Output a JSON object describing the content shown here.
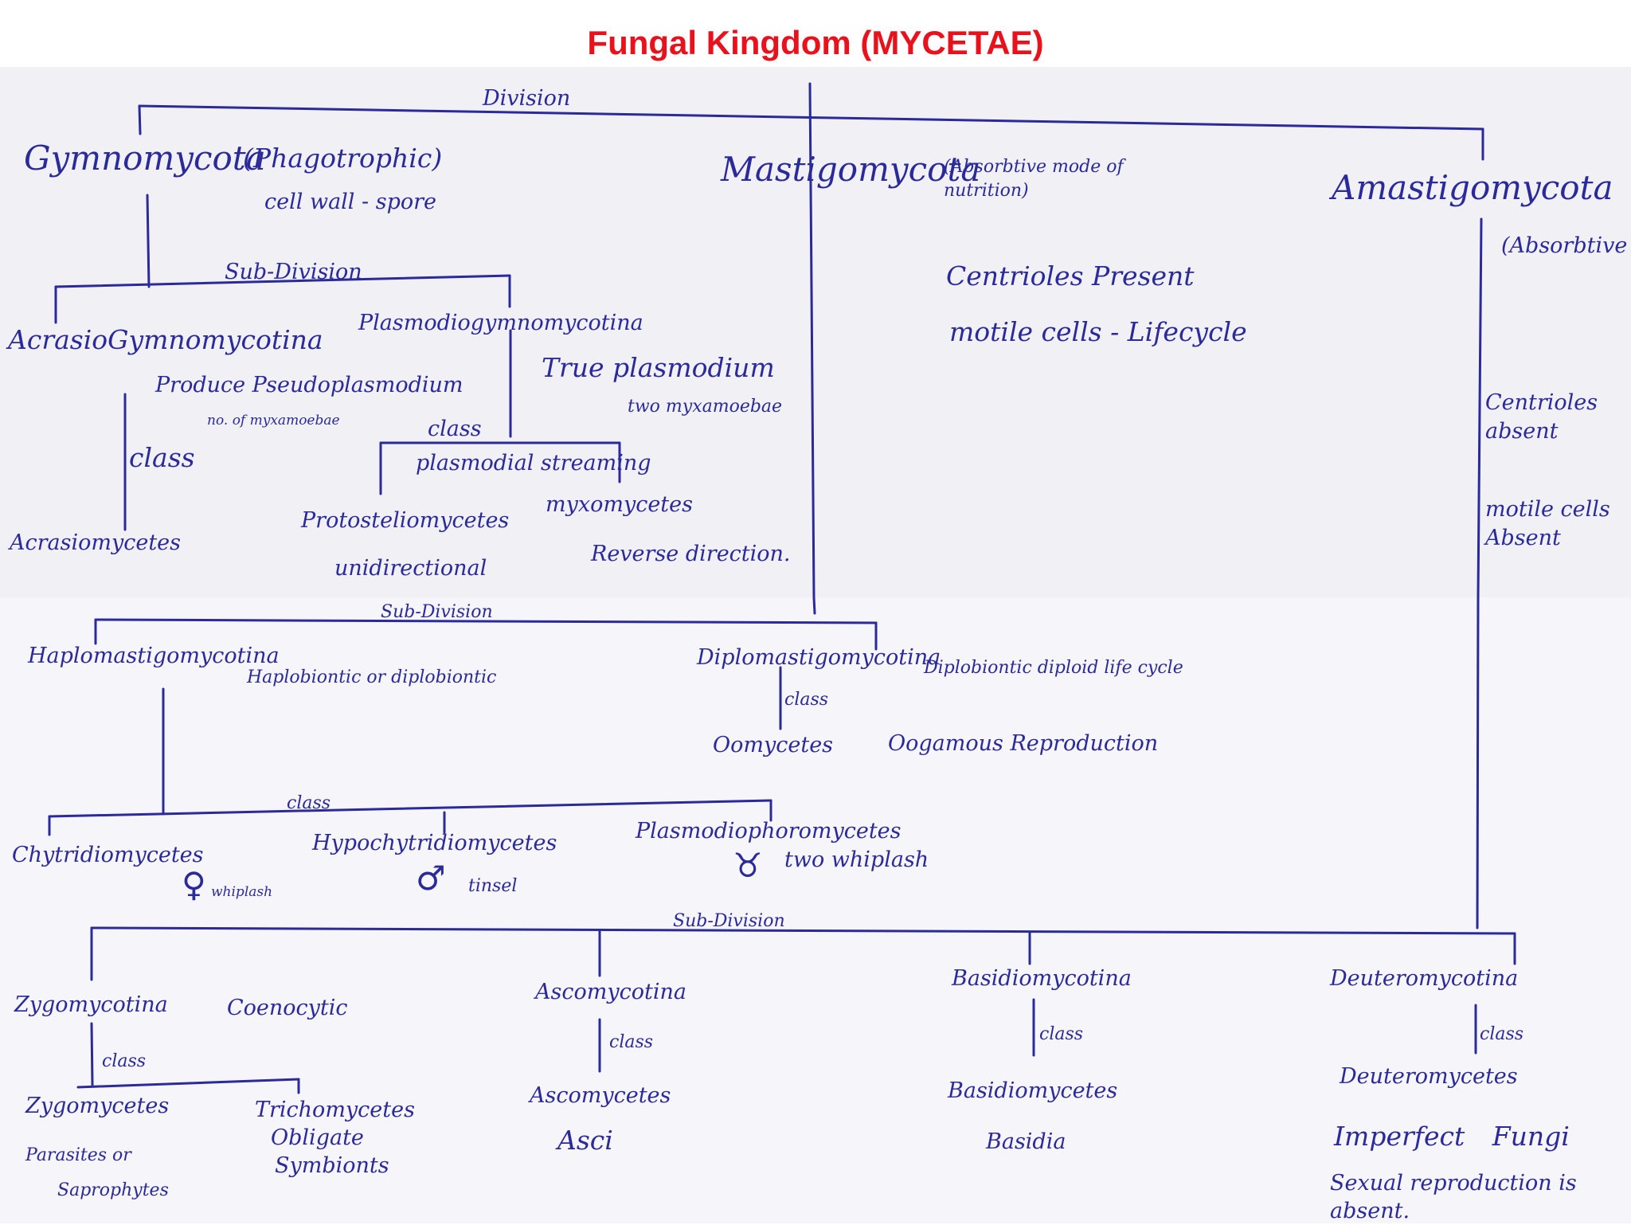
{
  "title": "Fungal Kingdom (MYCETAE)",
  "colors": {
    "title": "#e8111c",
    "ink": "#2b2a9a",
    "paper": "#f1f0f5"
  },
  "labels": {
    "division": "Division",
    "gymnomycota": "Gymnomycota",
    "phagotrophic": "(Phagotrophic)",
    "cell_wall": "cell wall - spore",
    "mastigomycota": "Mastigomycota",
    "mastigo_nutrition": "(Absorbtive mode of nutrition)",
    "centrioles_present": "Centrioles Present",
    "motile_cells": "motile cells - Lifecycle",
    "amastigomycota": "Amastigomycota",
    "amastigo_absorbtive": "(Absorbtive",
    "centrioles_absent": "Centrioles absent",
    "motile_absent": "motile cells Absent",
    "subdivision_1": "Sub-Division",
    "acrasiogymno": "AcrasioGymnomycotina",
    "pseudoplasmodium": "Produce Pseudoplasmodium",
    "myxamoebae": "no. of myxamoebae",
    "class_1": "class",
    "acrasiomycetes": "Acrasiomycetes",
    "plasmodiogymno": "Plasmodiogymnomycotina",
    "true_plasmodium": "True plasmodium",
    "two_myxamoebae": "two myxamoebae",
    "class_2": "class",
    "plasmodial_streaming": "plasmodial streaming",
    "protosteliomycetes": "Protosteliomycetes",
    "unidirectional": "unidirectional",
    "myxomycetes": "myxomycetes",
    "reverse_direction": "Reverse direction.",
    "subdivision_2": "Sub-Division",
    "haplomastigo": "Haplomastigomycotina",
    "haplobiontic": "Haplobiontic or diplobiontic",
    "diplomastigo": "Diplomastigomycotina",
    "diplobiontic": "Diplobiontic diploid life cycle",
    "class_3": "class",
    "oomycetes": "Oomycetes",
    "oogamous": "Oogamous Reproduction",
    "class_4": "class",
    "chytridiomycetes": "Chytridiomycetes",
    "whiplash": "whiplash",
    "hypochytridio": "Hypochytridiomycetes",
    "tinsel": "tinsel",
    "plasmodiophoro": "Plasmodiophoromycetes",
    "two_whiplash": "two whiplash",
    "subdivision_3": "Sub-Division",
    "zygomycotina": "Zygomycotina",
    "coenocytic": "Coenocytic",
    "class_5": "class",
    "zygomycetes": "Zygomycetes",
    "parasites": "Parasites or",
    "saprophytes": "Saprophytes",
    "trichomycetes": "Trichomycetes",
    "obligate": "Obligate",
    "symbionts": "Symbionts",
    "ascomycotina": "Ascomycotina",
    "class_6": "class",
    "ascomycetes": "Ascomycetes",
    "asci": "Asci",
    "basidiomycotina": "Basidiomycotina",
    "class_7": "class",
    "basidiomycetes": "Basidiomycetes",
    "basidia": "Basidia",
    "deuteromycotina": "Deuteromycotina",
    "class_8": "class",
    "deuteromycetes": "Deuteromycetes",
    "imperfect_fungi": "Imperfect Fungi",
    "sexual_reproduction": "Sexual reproduction is absent."
  },
  "symbols": {
    "whiplash": "♀",
    "tinsel": "♂",
    "two_whiplash": "♉"
  }
}
